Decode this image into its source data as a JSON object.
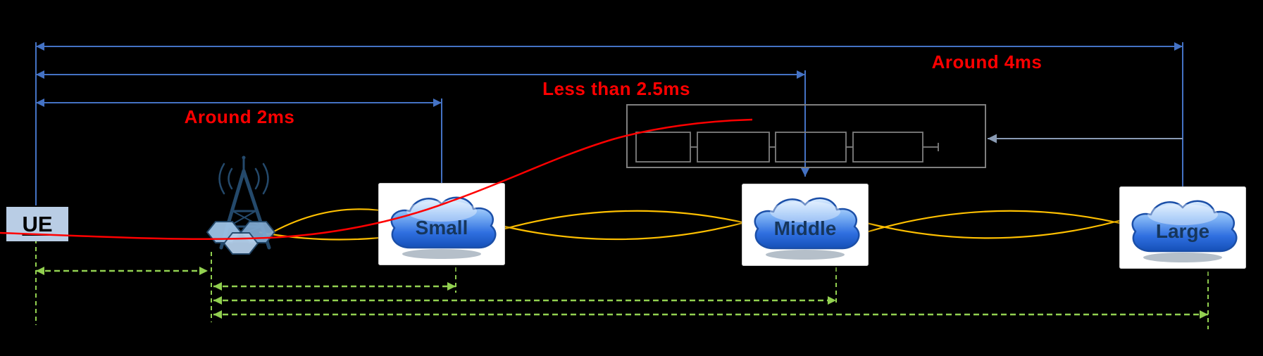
{
  "labels": {
    "around_4ms": "Around 4ms",
    "less_than_2_5ms": "Less than 2.5ms",
    "around_2ms": "Around 2ms"
  },
  "nodes": {
    "ue": {
      "label": "UE"
    },
    "base_station": {
      "icon": "cell-tower-icon"
    },
    "small": {
      "label": "Small",
      "icon": "cloud-icon"
    },
    "middle": {
      "label": "Middle",
      "icon": "cloud-icon"
    },
    "large": {
      "label": "Large",
      "icon": "cloud-icon"
    }
  },
  "colors": {
    "background": "#000000",
    "latency_text": "#ff0000",
    "dimension_arrows": "#4472c4",
    "link_curves": "#ffc000",
    "distance_arrows": "#92d050",
    "frame_box": "#7f7f7f",
    "signal_path": "#ff0000",
    "ue_box_background": "#b9cde5",
    "cloud_fill": "#2f6fe0",
    "node_card_background": "#ffffff"
  }
}
